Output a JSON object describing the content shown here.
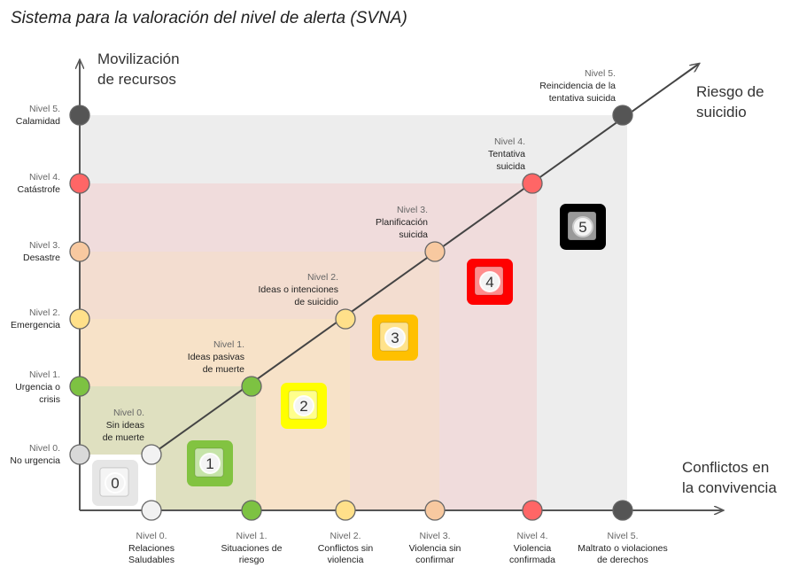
{
  "title": "Sistema para la valoración del nivel de alerta (SVNA)",
  "y_axis": {
    "title": [
      "Movilización",
      "de recursos"
    ],
    "levels": [
      {
        "level": "Nivel 0.",
        "label": [
          "No urgencia"
        ],
        "color": "#d9d9d9"
      },
      {
        "level": "Nivel 1.",
        "label": [
          "Urgencia o",
          "crisis"
        ],
        "color": "#7dc242"
      },
      {
        "level": "Nivel 2.",
        "label": [
          "Emergencia"
        ],
        "color": "#ffe08a"
      },
      {
        "level": "Nivel 3.",
        "label": [
          "Desastre"
        ],
        "color": "#f8c9a0"
      },
      {
        "level": "Nivel 4.",
        "label": [
          "Catástrofe"
        ],
        "color": "#ff6666"
      },
      {
        "level": "Nivel 5.",
        "label": [
          "Calamidad"
        ],
        "color": "#555555"
      }
    ]
  },
  "x_axis": {
    "title": [
      "Conflictos en",
      "la convivencia"
    ],
    "levels": [
      {
        "level": "Nivel 0.",
        "label": [
          "Relaciones",
          "Saludables"
        ],
        "color": "#f2f2f2"
      },
      {
        "level": "Nivel 1.",
        "label": [
          "Situaciones de",
          "riesgo"
        ],
        "color": "#7dc242"
      },
      {
        "level": "Nivel 2.",
        "label": [
          "Conflictos sin",
          "violencia"
        ],
        "color": "#ffe08a"
      },
      {
        "level": "Nivel 3.",
        "label": [
          "Violencia sin",
          "confirmar"
        ],
        "color": "#f8c9a0"
      },
      {
        "level": "Nivel 4.",
        "label": [
          "Violencia",
          "confirmada"
        ],
        "color": "#ff6666"
      },
      {
        "level": "Nivel 5.",
        "label": [
          "Maltrato o violaciones",
          "de derechos"
        ],
        "color": "#555555"
      }
    ]
  },
  "diagonal": {
    "title": [
      "Riesgo  de",
      "suicidio"
    ],
    "levels": [
      {
        "level": "Nivel 0.",
        "label": [
          "Sin ideas",
          "de muerte"
        ],
        "color": "#f2f2f2"
      },
      {
        "level": "Nivel 1.",
        "label": [
          "Ideas pasivas",
          "de muerte"
        ],
        "color": "#7dc242"
      },
      {
        "level": "Nivel 2.",
        "label": [
          "Ideas o intenciones",
          "de suicidio"
        ],
        "color": "#ffe08a"
      },
      {
        "level": "Nivel 3.",
        "label": [
          "Planificación",
          "suicida"
        ],
        "color": "#f8c9a0"
      },
      {
        "level": "Nivel 4.",
        "label": [
          "Tentativa",
          "suicida"
        ],
        "color": "#ff6666"
      },
      {
        "level": "Nivel 5.",
        "label": [
          "Reincidencia de la",
          "tentativa suicida"
        ],
        "color": "#555555"
      }
    ]
  },
  "zones": [
    "#ffffff",
    "#dfe0c0",
    "#f7e2c8",
    "#f3ddd0",
    "#f0dcdc",
    "#ededed"
  ],
  "icons": [
    {
      "number": "0",
      "color": "#e6e6e6"
    },
    {
      "number": "1",
      "color": "#82c341"
    },
    {
      "number": "2",
      "color": "#ffff00"
    },
    {
      "number": "3",
      "color": "#ffc000"
    },
    {
      "number": "4",
      "color": "#ff0000"
    },
    {
      "number": "5",
      "color": "#000000"
    }
  ]
}
